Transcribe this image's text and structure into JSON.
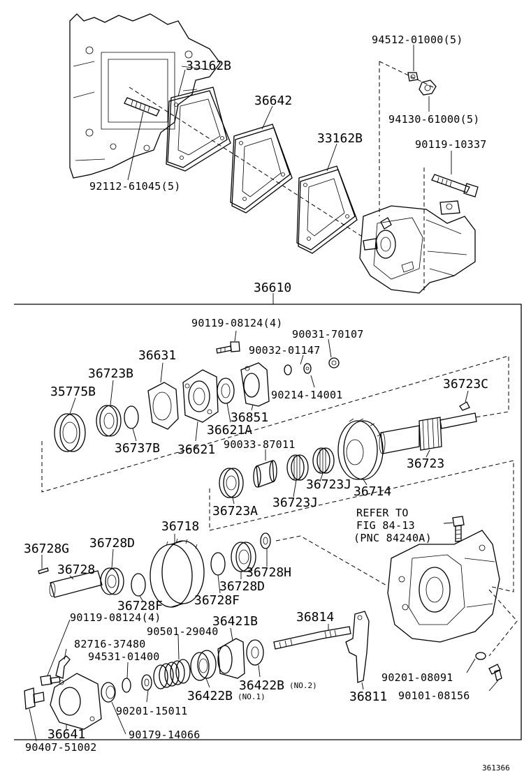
{
  "labels": {
    "p94512_01000": "94512-01000(5)",
    "p33162b_top": "33162B",
    "p36642": "36642",
    "p94130_61000": "94130-61000(5)",
    "p33162b_mid": "33162B",
    "p90119_10337": "90119-10337",
    "p92112_61045": "92112-61045(5)",
    "p36610": "36610",
    "p90119_08124_a": "90119-08124(4)",
    "p90031_70107": "90031-70107",
    "p36631": "36631",
    "p90032_01147": "90032-01147",
    "p36723b": "36723B",
    "p90214_14001": "90214-14001",
    "p36723c": "36723C",
    "p35775b": "35775B",
    "p36851": "36851",
    "p36621a": "36621A",
    "p90033_87011": "90033-87011",
    "p36737b": "36737B",
    "p36621": "36621",
    "p36723": "36723",
    "p36723j_a": "36723J",
    "p36714": "36714",
    "p36723a": "36723A",
    "p36723j_b": "36723J",
    "p36718": "36718",
    "refer_line1": "REFER TO",
    "refer_line2": "FIG 84-13",
    "refer_line3": "(PNC 84240A)",
    "p36728g": "36728G",
    "p36728d_a": "36728D",
    "p36728": "36728",
    "p36728h": "36728H",
    "p36728d_b": "36728D",
    "p36728f_a": "36728F",
    "p36728f_b": "36728F",
    "p90119_08124_b": "90119-08124(4)",
    "p36814": "36814",
    "p36421b": "36421B",
    "p82716_37480": "82716-37480",
    "p90501_29040": "90501-29040",
    "p94531_01400": "94531-01400",
    "p36422b_a": "36422B",
    "p36422b_a_note": "(NO.2)",
    "p36422b_b": "36422B",
    "p36422b_b_note": "(NO.1)",
    "p90201_08091": "90201-08091",
    "p36811": "36811",
    "p90101_08156": "90101-08156",
    "p90201_15011": "90201-15011",
    "p36641": "36641",
    "p90179_14066": "90179-14066",
    "p90407_51002": "90407-51002",
    "drawing_id": "361366"
  }
}
